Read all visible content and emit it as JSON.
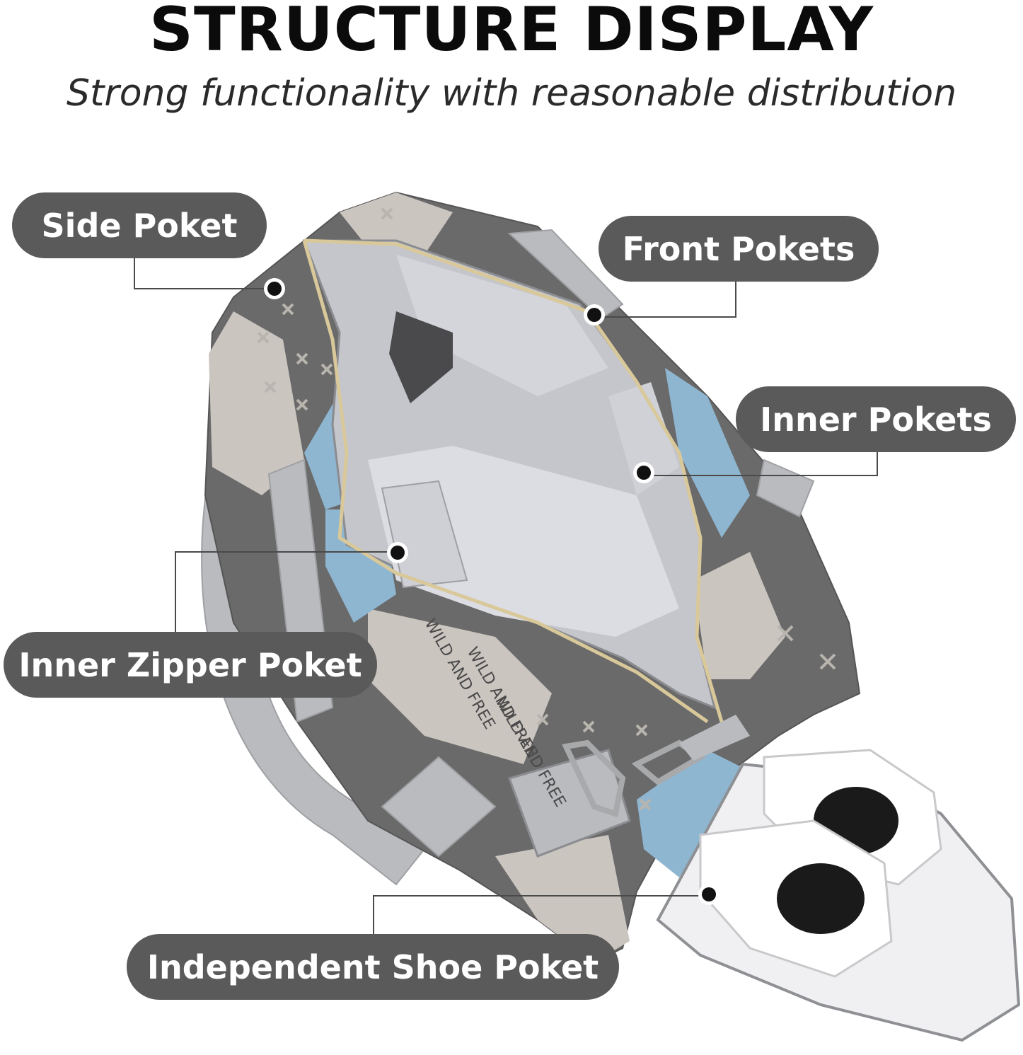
{
  "title": "STRUCTURE DISPLAY",
  "subtitle": "Strong functionality with reasonable distribution",
  "labels": {
    "side_pocket": "Side Poket",
    "front_pockets": "Front Pokets",
    "inner_pockets": "Inner Pokets",
    "inner_zipper_pocket": "Inner Zipper Poket",
    "shoe_pocket": "Independent Shoe Poket"
  },
  "bag_print_text": [
    "WILD AND FREE",
    "WILD AND FREE",
    "WILD AND FREE"
  ],
  "colors": {
    "pill": "#5a5a5a",
    "bag_dark": "#6a6a6a",
    "bag_light": "#cbc5c0",
    "bag_blue": "#8fb6d0",
    "lining": "#c4c6cc",
    "strap": "#b9bbbe"
  }
}
